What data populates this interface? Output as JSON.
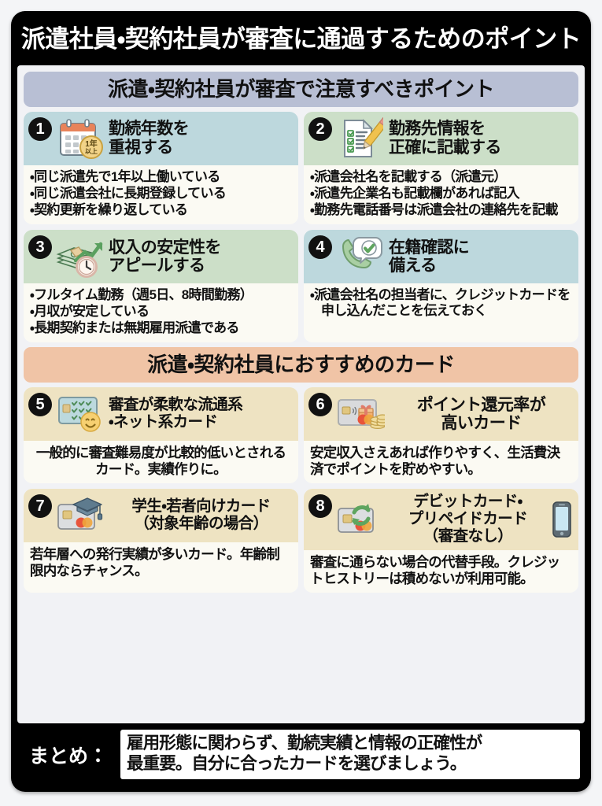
{
  "title": "派遣社員・契約社員が審査に通過するためのポイント",
  "sections": [
    {
      "heading": "派遣・契約社員が審査で注意すべきポイント",
      "accent": "#b8bfd4",
      "cards": [
        {
          "number": "1",
          "icon": "calendar-icon",
          "icon_badge": [
            "1年",
            "以上"
          ],
          "title": "勤続年数を\n重視する",
          "head_color": "#bdd8dd",
          "bullets": [
            "同じ派遣先で1年以上働いている",
            "同じ派遣会社に長期登録している",
            "契約更新を繰り返している"
          ]
        },
        {
          "number": "2",
          "icon": "checklist-pencil-icon",
          "title": "勤務先情報を\n正確に記載する",
          "head_color": "#ccdfc8",
          "bullets": [
            "派遣会社名を記載する（派遣元）",
            "派遣先企業名も記載欄があれば記入",
            "勤務先電話番号は派遣会社の連絡先を記載"
          ]
        },
        {
          "number": "3",
          "icon": "money-growth-clock-icon",
          "title": "収入の安定性を\nアピールする",
          "head_color": "#ccdfc8",
          "bullets": [
            "フルタイム勤務（週5日、8時間勤務）",
            "月収が安定している",
            "長期契約または無期雇用派遣である"
          ]
        },
        {
          "number": "4",
          "icon": "phone-check-icon",
          "title": "在籍確認に\n備える",
          "head_color": "#bdd8dd",
          "bullets": [
            "派遣会社名の担当者に、クレジットカードを申し込んだことを伝えておく"
          ]
        }
      ]
    },
    {
      "heading": "派遣・契約社員におすすめのカード",
      "accent": "#f0c4a6",
      "cards": [
        {
          "number": "5",
          "icon": "card-checks-smile-icon",
          "title": "審査が柔軟な流通系\n・ネット系カード",
          "head_color": "#eee3c2",
          "text": "一般的に審査難易度が比較的低いとされるカード。実績作りに。"
        },
        {
          "number": "6",
          "icon": "card-gift-coins-icon",
          "title": "ポイント還元率が\n高いカード",
          "head_color": "#eee3c2",
          "text": "安定収入さえあれば作りやすく、生活費決済でポイントを貯めやすい。"
        },
        {
          "number": "7",
          "icon": "card-graduation-icon",
          "title": "学生・若者向けカード\n（対象年齢の場合）",
          "head_color": "#eee3c2",
          "text": "若年層への発行実績が多いカード。年齢制限内ならチャンス。"
        },
        {
          "number": "8",
          "icon": "card-refresh-phone-icon",
          "title": "デビットカード・\nプリペイドカード\n（審査なし）",
          "head_color": "#eee3c2",
          "text": "審査に通らない場合の代替手段。クレジットヒストリーは積めないが利用可能。"
        }
      ]
    }
  ],
  "summary": {
    "label": "まとめ：",
    "line1": "雇用形態に関わらず、勤続実績と情報の正確性が",
    "line2": "最重要。自分に合ったカードを選びましょう。"
  }
}
